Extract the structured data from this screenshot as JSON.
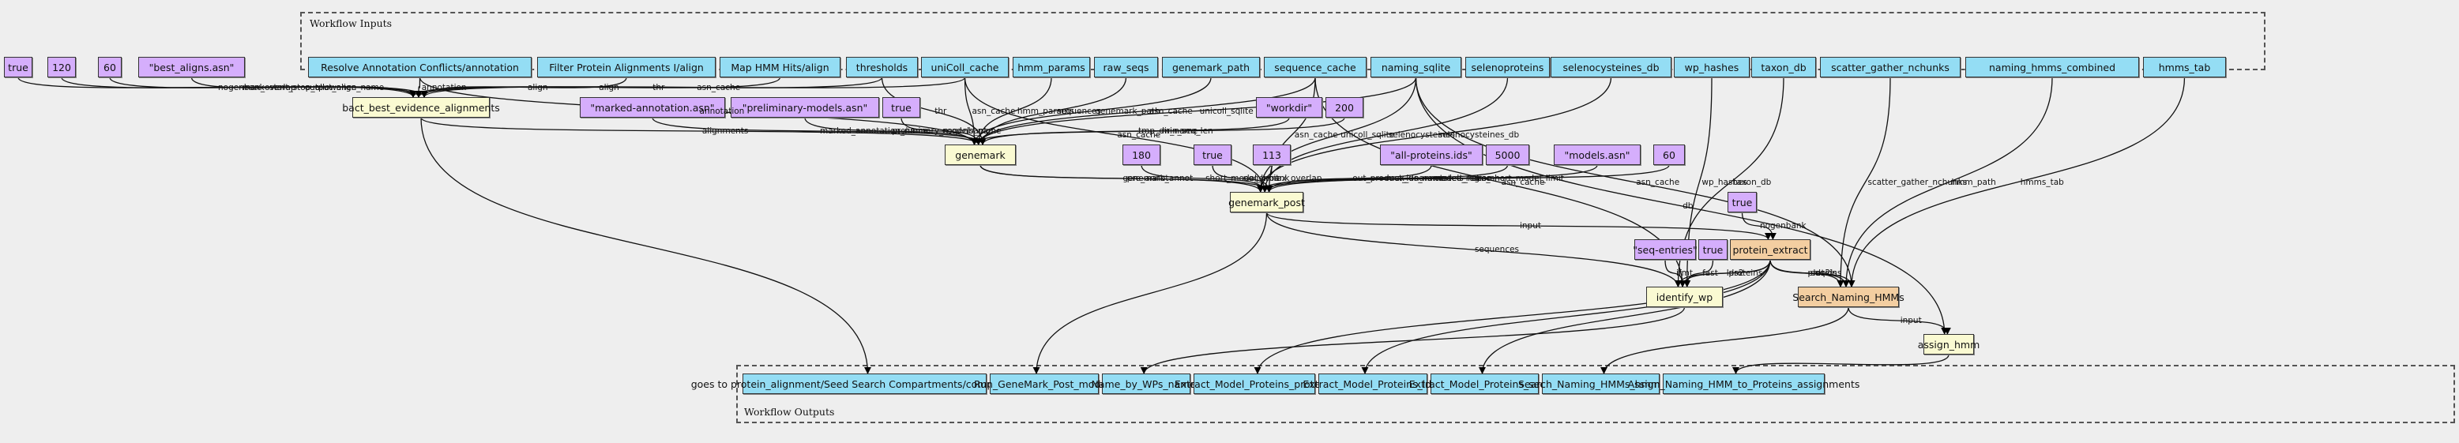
{
  "colors": {
    "background": "#eeeeee",
    "input_node": "#94ddf4",
    "output_node": "#94ddf4",
    "constant_node": "#d5aefc",
    "step_node": "#fafad2",
    "subworkflow_node": "#f3cea1"
  },
  "clusters": {
    "inputs": {
      "label": "Workflow Inputs"
    },
    "outputs": {
      "label": "Workflow Outputs"
    }
  },
  "nodes": [
    {
      "id": "in_resolve",
      "kind": "input",
      "label": "Resolve Annotation Conflicts/annotation"
    },
    {
      "id": "in_filter",
      "kind": "input",
      "label": "Filter Protein Alignments I/align"
    },
    {
      "id": "in_maphmm",
      "kind": "input",
      "label": "Map HMM Hits/align"
    },
    {
      "id": "in_thresholds",
      "kind": "input",
      "label": "thresholds"
    },
    {
      "id": "in_unicoll",
      "kind": "input",
      "label": "uniColl_cache"
    },
    {
      "id": "in_hmmparams",
      "kind": "input",
      "label": "hmm_params"
    },
    {
      "id": "in_rawseqs",
      "kind": "input",
      "label": "raw_seqs"
    },
    {
      "id": "in_genemarkpath",
      "kind": "input",
      "label": "genemark_path"
    },
    {
      "id": "in_seqcache",
      "kind": "input",
      "label": "sequence_cache"
    },
    {
      "id": "in_namingsqlite",
      "kind": "input",
      "label": "naming_sqlite"
    },
    {
      "id": "in_selenoproteins",
      "kind": "input",
      "label": "selenoproteins"
    },
    {
      "id": "in_selenodb",
      "kind": "input",
      "label": "selenocysteines_db"
    },
    {
      "id": "in_wphashes",
      "kind": "input",
      "label": "wp_hashes"
    },
    {
      "id": "in_taxondb",
      "kind": "input",
      "label": "taxon_db"
    },
    {
      "id": "in_scatter",
      "kind": "input",
      "label": "scatter_gather_nchunks"
    },
    {
      "id": "in_naminghmms",
      "kind": "input",
      "label": "naming_hmms_combined"
    },
    {
      "id": "in_hmmstab",
      "kind": "input",
      "label": "hmms_tab"
    },
    {
      "id": "c_true1",
      "kind": "const",
      "label": "true"
    },
    {
      "id": "c_120",
      "kind": "const",
      "label": "120"
    },
    {
      "id": "c_60a",
      "kind": "const",
      "label": "60"
    },
    {
      "id": "c_bestaligns",
      "kind": "const",
      "label": "\"best_aligns.asn\""
    },
    {
      "id": "c_marked",
      "kind": "const",
      "label": "\"marked-annotation.asn\""
    },
    {
      "id": "c_prelim",
      "kind": "const",
      "label": "\"preliminary-models.asn\""
    },
    {
      "id": "c_true2",
      "kind": "const",
      "label": "true"
    },
    {
      "id": "c_workdir",
      "kind": "const",
      "label": "\"workdir\""
    },
    {
      "id": "c_200",
      "kind": "const",
      "label": "200"
    },
    {
      "id": "c_180",
      "kind": "const",
      "label": "180"
    },
    {
      "id": "c_true3",
      "kind": "const",
      "label": "true"
    },
    {
      "id": "c_113",
      "kind": "const",
      "label": "113"
    },
    {
      "id": "c_allprot",
      "kind": "const",
      "label": "\"all-proteins.ids\""
    },
    {
      "id": "c_5000",
      "kind": "const",
      "label": "5000"
    },
    {
      "id": "c_models",
      "kind": "const",
      "label": "\"models.asn\""
    },
    {
      "id": "c_60b",
      "kind": "const",
      "label": "60"
    },
    {
      "id": "c_true4",
      "kind": "const",
      "label": "true"
    },
    {
      "id": "c_seqentries",
      "kind": "const",
      "label": "\"seq-entries\""
    },
    {
      "id": "c_true5",
      "kind": "const",
      "label": "true"
    },
    {
      "id": "s_bact",
      "kind": "step",
      "label": "bact_best_evidence_alignments"
    },
    {
      "id": "s_genemark",
      "kind": "step",
      "label": "genemark"
    },
    {
      "id": "s_genemarkpost",
      "kind": "step",
      "label": "genemark_post"
    },
    {
      "id": "s_protextract",
      "kind": "subwf",
      "label": "protein_extract"
    },
    {
      "id": "s_identifywp",
      "kind": "step",
      "label": "identify_wp"
    },
    {
      "id": "s_searchhmm",
      "kind": "subwf",
      "label": "Search_Naming_HMMs"
    },
    {
      "id": "s_assignhmm",
      "kind": "step",
      "label": "assign_hmm"
    },
    {
      "id": "out_compart",
      "kind": "output",
      "label": "goes to protein_alignment/Seed Search Compartments/compartments"
    },
    {
      "id": "out_rungm",
      "kind": "output",
      "label": "Run_GeneMark_Post_models"
    },
    {
      "id": "out_namewp",
      "kind": "output",
      "label": "Name_by_WPs_names"
    },
    {
      "id": "out_emp_prot",
      "kind": "output",
      "label": "Extract_Model_Proteins_proteins"
    },
    {
      "id": "out_emp_lds2",
      "kind": "output",
      "label": "Extract_Model_Proteins_lds2"
    },
    {
      "id": "out_emp_seqids",
      "kind": "output",
      "label": "Extract_Model_Proteins_seqids"
    },
    {
      "id": "out_snh_hits",
      "kind": "output",
      "label": "Search_Naming_HMMs_hmm_hits"
    },
    {
      "id": "out_assign",
      "kind": "output",
      "label": "Assign_Naming_HMM_to_Proteins_assignments"
    }
  ],
  "edges": [
    {
      "from": "c_true1",
      "to": "s_bact",
      "label": "nogenbank"
    },
    {
      "from": "c_120",
      "to": "s_bact",
      "label": "max_overlap"
    },
    {
      "from": "c_60a",
      "to": "s_bact",
      "label": "start_stop_allowance"
    },
    {
      "from": "c_bestaligns",
      "to": "s_bact",
      "label": "output_align_name"
    },
    {
      "from": "in_resolve",
      "to": "s_bact",
      "label": "annotation"
    },
    {
      "from": "in_filter",
      "to": "s_bact",
      "label": "align"
    },
    {
      "from": "in_maphmm",
      "to": "s_bact",
      "label": "align"
    },
    {
      "from": "in_thresholds",
      "to": "s_bact",
      "label": "thr"
    },
    {
      "from": "in_unicoll",
      "to": "s_bact",
      "label": "asn_cache"
    },
    {
      "from": "in_resolve",
      "to": "s_genemark",
      "label": "annotation"
    },
    {
      "from": "s_bact",
      "to": "s_genemark",
      "label": "alignments"
    },
    {
      "from": "c_marked",
      "to": "s_genemark",
      "label": "marked_annotation_name"
    },
    {
      "from": "c_prelim",
      "to": "s_genemark",
      "label": "preliminary_models_name"
    },
    {
      "from": "c_true2",
      "to": "s_genemark",
      "label": "nogenbank"
    },
    {
      "from": "in_thresholds",
      "to": "s_genemark",
      "label": "thr"
    },
    {
      "from": "in_unicoll",
      "to": "s_genemark",
      "label": "asn_cache"
    },
    {
      "from": "in_hmmparams",
      "to": "s_genemark",
      "label": "hmm_params"
    },
    {
      "from": "in_rawseqs",
      "to": "s_genemark",
      "label": "sequences"
    },
    {
      "from": "in_genemarkpath",
      "to": "s_genemark",
      "label": "genemark_path"
    },
    {
      "from": "in_seqcache",
      "to": "s_genemark",
      "label": "asn_cache"
    },
    {
      "from": "c_workdir",
      "to": "s_genemark",
      "label": "tmp_dir_name"
    },
    {
      "from": "c_200",
      "to": "s_genemark",
      "label": "min_seq_len"
    },
    {
      "from": "in_namingsqlite",
      "to": "s_genemark",
      "label": "unicoll_sqlite"
    },
    {
      "from": "s_genemark",
      "to": "s_genemarkpost",
      "label": "pre_annot"
    },
    {
      "from": "s_genemark",
      "to": "s_genemarkpost",
      "label": "genemark_annot"
    },
    {
      "from": "c_180",
      "to": "s_genemarkpost",
      "label": "short_model_limit"
    },
    {
      "from": "c_true3",
      "to": "s_genemarkpost",
      "label": "nogenbank"
    },
    {
      "from": "c_113",
      "to": "s_genemarkpost",
      "label": "max_overlap"
    },
    {
      "from": "in_unicoll",
      "to": "s_genemarkpost",
      "label": "asn_cache"
    },
    {
      "from": "in_seqcache",
      "to": "s_genemarkpost",
      "label": "asn_cache"
    },
    {
      "from": "in_namingsqlite",
      "to": "s_genemarkpost",
      "label": "unicoll_sqlite"
    },
    {
      "from": "in_selenoproteins",
      "to": "s_genemarkpost",
      "label": "selenocysteines"
    },
    {
      "from": "c_allprot",
      "to": "s_genemarkpost",
      "label": "out_product_ids_name"
    },
    {
      "from": "c_5000",
      "to": "s_genemarkpost",
      "label": "max_unannotated_region"
    },
    {
      "from": "c_models",
      "to": "s_genemarkpost",
      "label": "models_name"
    },
    {
      "from": "c_60b",
      "to": "s_genemarkpost",
      "label": "abs_short_model_limit"
    },
    {
      "from": "in_selenodb",
      "to": "s_genemarkpost",
      "label": "selenocysteines_db"
    },
    {
      "from": "s_genemarkpost",
      "to": "s_protextract",
      "label": "input"
    },
    {
      "from": "c_true4",
      "to": "s_protextract",
      "label": "nogenbank"
    },
    {
      "from": "s_genemarkpost",
      "to": "s_identifywp",
      "label": "sequences"
    },
    {
      "from": "in_seqcache",
      "to": "s_identifywp",
      "label": "asn_cache"
    },
    {
      "from": "in_wphashes",
      "to": "s_identifywp",
      "label": "wp_hashes"
    },
    {
      "from": "in_taxondb",
      "to": "s_identifywp",
      "label": "taxon_db"
    },
    {
      "from": "c_seqentries",
      "to": "s_identifywp",
      "label": "ifmt"
    },
    {
      "from": "c_true5",
      "to": "s_identifywp",
      "label": "fast"
    },
    {
      "from": "s_protextract",
      "to": "s_identifywp",
      "label": "lds2"
    },
    {
      "from": "s_protextract",
      "to": "s_identifywp",
      "label": "proteins"
    },
    {
      "from": "s_protextract",
      "to": "s_searchhmm",
      "label": "lds2"
    },
    {
      "from": "s_protextract",
      "to": "s_searchhmm",
      "label": "proteins"
    },
    {
      "from": "s_protextract",
      "to": "s_searchhmm",
      "label": "seqids"
    },
    {
      "from": "in_namingsqlite",
      "to": "s_searchhmm",
      "label": "asn_cache"
    },
    {
      "from": "in_scatter",
      "to": "s_searchhmm",
      "label": "scatter_gather_nchunks"
    },
    {
      "from": "in_naminghmms",
      "to": "s_searchhmm",
      "label": "hmm_path"
    },
    {
      "from": "in_hmmstab",
      "to": "s_searchhmm",
      "label": "hmms_tab"
    },
    {
      "from": "in_namingsqlite",
      "to": "s_assignhmm",
      "label": "db"
    },
    {
      "from": "s_searchhmm",
      "to": "s_assignhmm",
      "label": "input"
    },
    {
      "from": "s_bact",
      "to": "out_compart",
      "label": ""
    },
    {
      "from": "s_genemarkpost",
      "to": "out_rungm",
      "label": ""
    },
    {
      "from": "s_identifywp",
      "to": "out_namewp",
      "label": ""
    },
    {
      "from": "s_protextract",
      "to": "out_emp_prot",
      "label": ""
    },
    {
      "from": "s_protextract",
      "to": "out_emp_lds2",
      "label": ""
    },
    {
      "from": "s_protextract",
      "to": "out_emp_seqids",
      "label": ""
    },
    {
      "from": "s_searchhmm",
      "to": "out_snh_hits",
      "label": ""
    },
    {
      "from": "s_assignhmm",
      "to": "out_assign",
      "label": ""
    }
  ]
}
